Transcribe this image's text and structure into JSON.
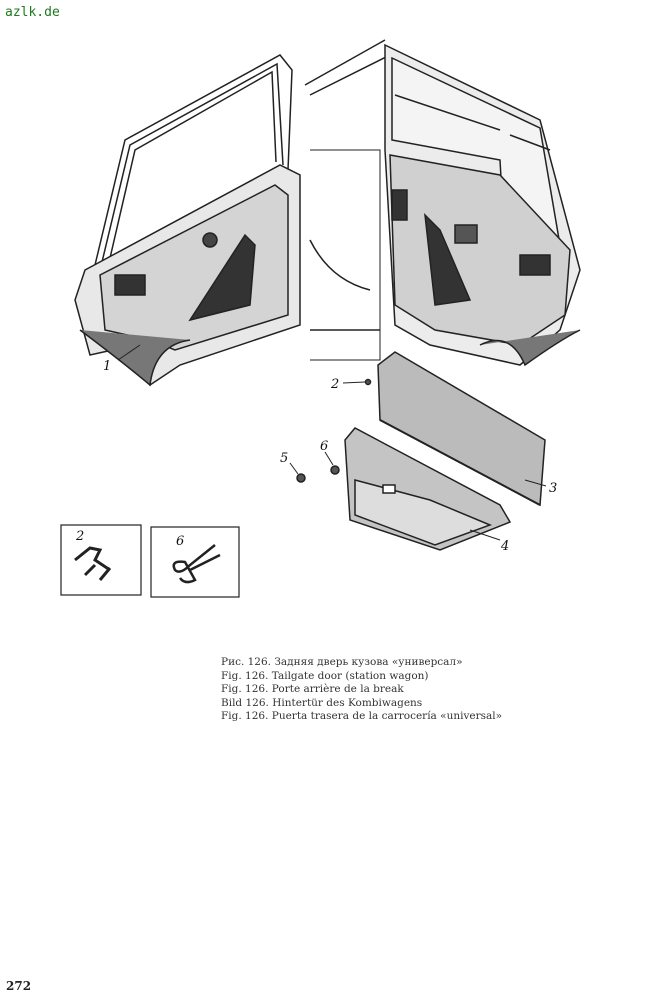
{
  "watermark": "azlk.de",
  "figure": {
    "callouts": [
      "1",
      "2",
      "3",
      "4",
      "5",
      "6"
    ],
    "insets": [
      {
        "label": "2"
      },
      {
        "label": "6"
      }
    ]
  },
  "caption": [
    "Рис. 126. Задняя дверь кузова «универсал»",
    "Fig. 126. Tailgate door (station wagon)",
    "Fig. 126. Porte arrière de la break",
    "Bild 126. Hintertür des Kombiwagens",
    "Fig. 126. Puerta trasera de la carrocería «universal»"
  ],
  "page_number": "272"
}
